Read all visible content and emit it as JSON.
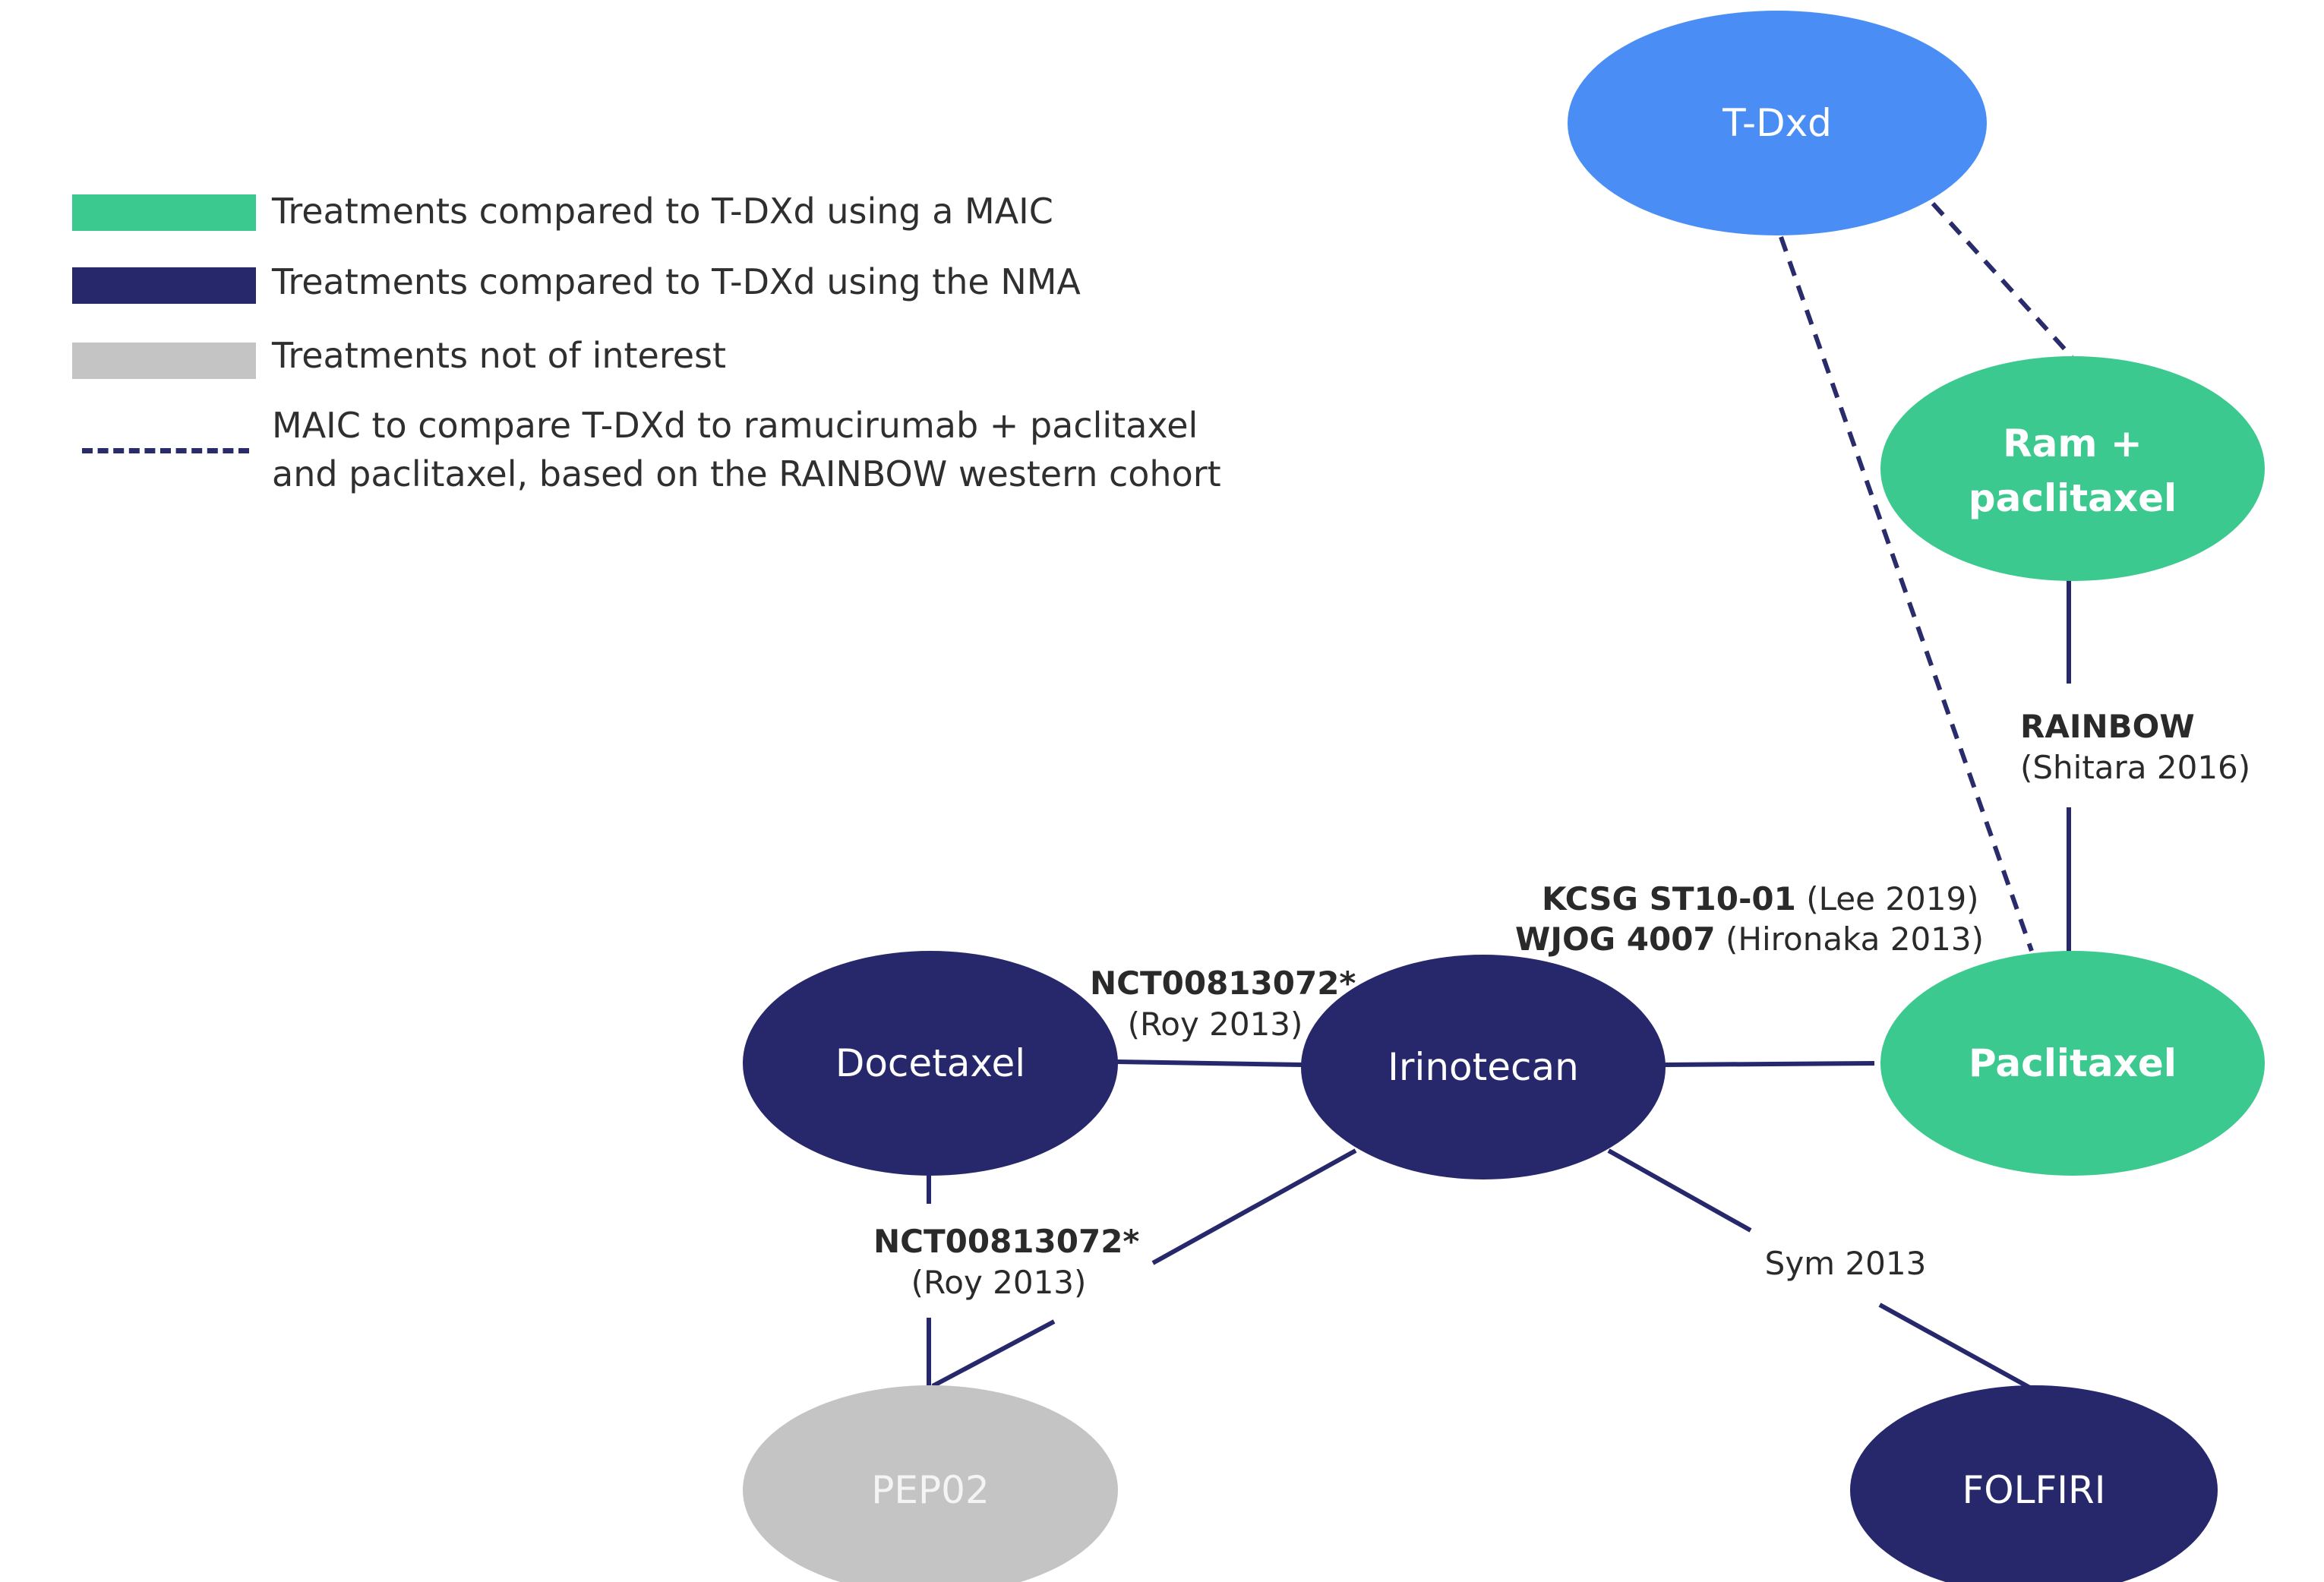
{
  "legend": [
    {
      "label": "Treatments compared to T-DXd using a MAIC",
      "color": "#3cc98f",
      "kind": "swatch"
    },
    {
      "label": "Treatments compared to T-DXd using the NMA",
      "color": "#27286c",
      "kind": "swatch"
    },
    {
      "label": "Treatments not of interest",
      "color": "#c4c4c4",
      "kind": "swatch"
    },
    {
      "label_line1": "MAIC to compare T-DXd to ramucirumab + paclitaxel",
      "label_line2": "and paclitaxel, based on the RAINBOW western cohort",
      "color": "#2a2b6b",
      "kind": "dashed"
    }
  ],
  "nodes": {
    "tdxd": {
      "label": "T-Dxd",
      "color": "#4a8ef5"
    },
    "ram": {
      "label_line1": "Ram +",
      "label_line2": "paclitaxel",
      "color": "#3cc98f"
    },
    "paclitaxel": {
      "label": "Paclitaxel",
      "color": "#3cc98f"
    },
    "irinotecan": {
      "label": "Irinotecan",
      "color": "#27286c"
    },
    "docetaxel": {
      "label": "Docetaxel",
      "color": "#27286c"
    },
    "pep02": {
      "label": "PEP02",
      "color": "#c4c4c4"
    },
    "folfiri": {
      "label": "FOLFIRI",
      "color": "#27286c"
    }
  },
  "edge_labels": {
    "rainbow": {
      "bold": "RAINBOW",
      "normal": "(Shitara 2016)"
    },
    "kcsg": {
      "bold": "KCSG ST10-01",
      "normal": "(Lee 2019)"
    },
    "wjog": {
      "bold": "WJOG 4007",
      "normal": "(Hironaka 2013)"
    },
    "nct_top": {
      "bold": "NCT00813072*",
      "normal": "(Roy 2013)"
    },
    "nct_bottom": {
      "bold": "NCT00813072*",
      "normal": "(Roy 2013)"
    },
    "sym": {
      "normal": "Sym 2013"
    }
  },
  "colors": {
    "edge": "#27286c",
    "node_text_light": "#ffffff",
    "node_text_grey": "#f2f2f2"
  }
}
